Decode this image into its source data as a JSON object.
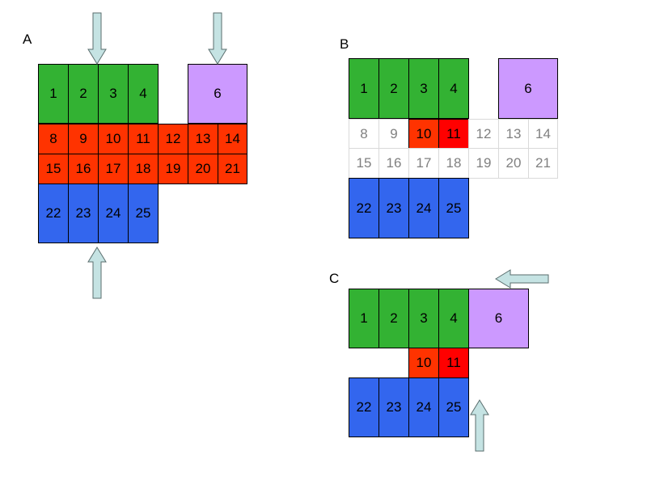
{
  "panels": [
    {
      "label": "A",
      "cells": [
        {
          "text": "1",
          "color": "green"
        },
        {
          "text": "2",
          "color": "green"
        },
        {
          "text": "3",
          "color": "green"
        },
        {
          "text": "4",
          "color": "green"
        },
        {
          "text": "6",
          "color": "purple"
        },
        {
          "text": "8",
          "color": "red"
        },
        {
          "text": "9",
          "color": "red"
        },
        {
          "text": "10",
          "color": "red"
        },
        {
          "text": "11",
          "color": "red"
        },
        {
          "text": "12",
          "color": "red"
        },
        {
          "text": "13",
          "color": "red"
        },
        {
          "text": "14",
          "color": "red"
        },
        {
          "text": "15",
          "color": "red"
        },
        {
          "text": "16",
          "color": "red"
        },
        {
          "text": "17",
          "color": "red"
        },
        {
          "text": "18",
          "color": "red"
        },
        {
          "text": "19",
          "color": "red"
        },
        {
          "text": "20",
          "color": "red"
        },
        {
          "text": "21",
          "color": "red"
        },
        {
          "text": "22",
          "color": "blue"
        },
        {
          "text": "23",
          "color": "blue"
        },
        {
          "text": "24",
          "color": "blue"
        },
        {
          "text": "25",
          "color": "blue"
        }
      ]
    },
    {
      "label": "B",
      "cells": [
        {
          "text": "1",
          "color": "green"
        },
        {
          "text": "2",
          "color": "green"
        },
        {
          "text": "3",
          "color": "green"
        },
        {
          "text": "4",
          "color": "green"
        },
        {
          "text": "6",
          "color": "purple"
        },
        {
          "text": "8",
          "color": "empty"
        },
        {
          "text": "9",
          "color": "empty"
        },
        {
          "text": "10",
          "color": "red"
        },
        {
          "text": "11",
          "color": "red2"
        },
        {
          "text": "12",
          "color": "empty"
        },
        {
          "text": "13",
          "color": "empty"
        },
        {
          "text": "14",
          "color": "empty"
        },
        {
          "text": "15",
          "color": "empty"
        },
        {
          "text": "16",
          "color": "empty"
        },
        {
          "text": "17",
          "color": "empty"
        },
        {
          "text": "18",
          "color": "empty"
        },
        {
          "text": "19",
          "color": "empty"
        },
        {
          "text": "20",
          "color": "empty"
        },
        {
          "text": "21",
          "color": "empty"
        },
        {
          "text": "22",
          "color": "blue"
        },
        {
          "text": "23",
          "color": "blue"
        },
        {
          "text": "24",
          "color": "blue"
        },
        {
          "text": "25",
          "color": "blue"
        }
      ]
    },
    {
      "label": "C",
      "cells": [
        {
          "text": "1",
          "color": "green"
        },
        {
          "text": "2",
          "color": "green"
        },
        {
          "text": "3",
          "color": "green"
        },
        {
          "text": "4",
          "color": "green"
        },
        {
          "text": "6",
          "color": "purple"
        },
        {
          "text": "10",
          "color": "red"
        },
        {
          "text": "11",
          "color": "red2"
        },
        {
          "text": "22",
          "color": "blue"
        },
        {
          "text": "23",
          "color": "blue"
        },
        {
          "text": "24",
          "color": "blue"
        },
        {
          "text": "25",
          "color": "blue"
        }
      ]
    }
  ],
  "colors": {
    "green": "#33b233",
    "red": "#ff3300",
    "red2": "#ff0000",
    "blue": "#3366ee",
    "purple": "#cc99ff",
    "arrow_fill": "#c5e3e3",
    "arrow_stroke": "#5a6e6e"
  }
}
